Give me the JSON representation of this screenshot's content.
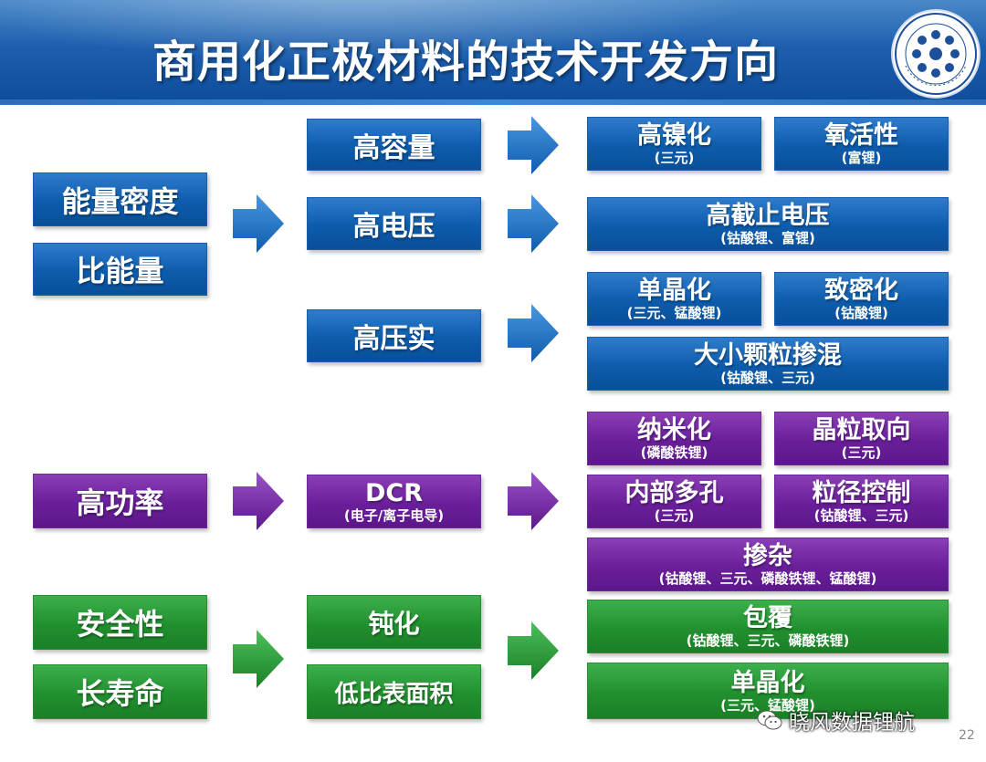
{
  "title": "商用化正极材料的技术开发方向",
  "goals": {
    "energy_density": "能量密度",
    "specific_energy": "比能量",
    "high_power": "高功率",
    "safety": "安全性",
    "long_life": "长寿命"
  },
  "strategies": {
    "high_capacity": "高容量",
    "high_voltage": "高电压",
    "high_compaction": "高压实",
    "dcr": {
      "title": "DCR",
      "sub": "(电子/离子电导)"
    },
    "passivation": "钝化",
    "low_surface_area": "低比表面积"
  },
  "methods": {
    "high_nickel": {
      "title": "高镍化",
      "sub": "(三元)"
    },
    "oxygen_activity": {
      "title": "氧活性",
      "sub": "(富锂)"
    },
    "high_cutoff_voltage": {
      "title": "高截止电压",
      "sub": "(钴酸锂、富锂)"
    },
    "single_crystal": {
      "title": "单晶化",
      "sub": "(三元、锰酸锂)"
    },
    "densification": {
      "title": "致密化",
      "sub": "(钴酸锂)"
    },
    "size_mixing": {
      "title": "大小颗粒掺混",
      "sub": "(钴酸锂、三元)"
    },
    "nano": {
      "title": "纳米化",
      "sub": "(磷酸铁锂)"
    },
    "grain_orientation": {
      "title": "晶粒取向",
      "sub": "(三元)"
    },
    "internal_porosity": {
      "title": "内部多孔",
      "sub": "(三元)"
    },
    "particle_size_control": {
      "title": "粒径控制",
      "sub": "(钴酸锂、三元)"
    },
    "doping": {
      "title": "掺杂",
      "sub": "(钴酸锂、三元、磷酸铁锂、锰酸锂)"
    },
    "coating": {
      "title": "包覆",
      "sub": "(钴酸锂、三元、磷酸铁锂)"
    },
    "single_crystal_2": {
      "title": "单晶化",
      "sub": "(三元、锰酸锂)"
    }
  },
  "watermark": "晓风数据锂航",
  "page_number": "22",
  "colors": {
    "blue": "#0d5cac",
    "purple": "#6a1f9a",
    "green": "#22902f"
  }
}
